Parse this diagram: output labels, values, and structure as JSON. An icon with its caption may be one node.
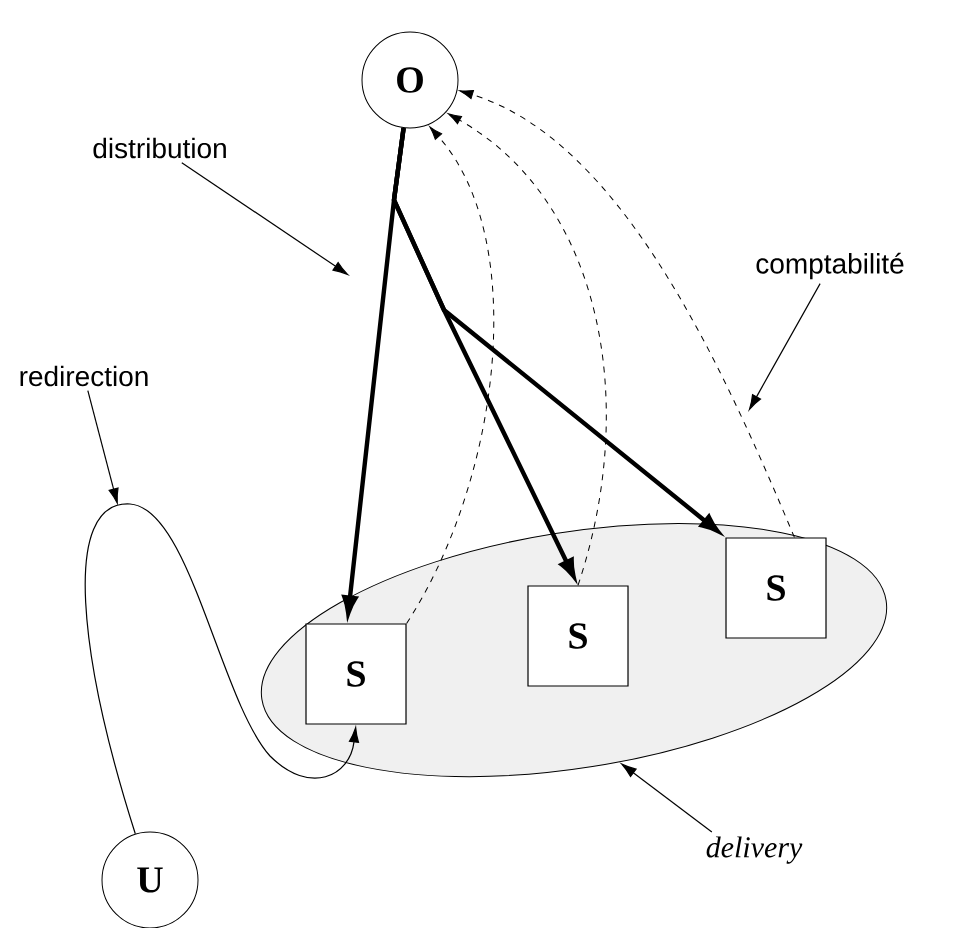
{
  "diagram": {
    "nodes": [
      {
        "text": [
          "O"
        ]
      },
      {
        "text": [],
        "shape": "ellipse"
      },
      {
        "text": [
          "S"
        ],
        "in": 1
      },
      {
        "text": [
          "S"
        ],
        "in": 1
      },
      {
        "text": [
          "S"
        ],
        "in": 1
      },
      {
        "text": [
          "U"
        ]
      },
      {
        "text": [
          "distribution"
        ]
      },
      {
        "text": [
          "comptabilité"
        ]
      },
      {
        "text": [
          "redirection"
        ]
      },
      {
        "text": [
          "*delivery*"
        ]
      }
    ],
    "edges": [
      {
        "from": 0,
        "to": 2,
        "arrow": "to",
        "style": "thick"
      },
      {
        "from": 0,
        "to": 3,
        "arrow": "to",
        "style": "thick"
      },
      {
        "from": 0,
        "to": 4,
        "arrow": "to",
        "style": "thick"
      },
      {
        "from": 2,
        "to": 0,
        "arrow": "to",
        "style": "dashed"
      },
      {
        "from": 3,
        "to": 0,
        "arrow": "to",
        "style": "dashed"
      },
      {
        "from": 4,
        "to": 0,
        "arrow": "to",
        "style": "dashed"
      },
      {
        "from": 5,
        "to": 2,
        "arrow": "to"
      },
      {
        "from": 6,
        "to": null,
        "arrow": "to"
      },
      {
        "from": 7,
        "to": null,
        "arrow": "to"
      },
      {
        "from": 8,
        "to": null,
        "arrow": "to"
      },
      {
        "from": 9,
        "to": 1,
        "arrow": "to"
      }
    ]
  }
}
